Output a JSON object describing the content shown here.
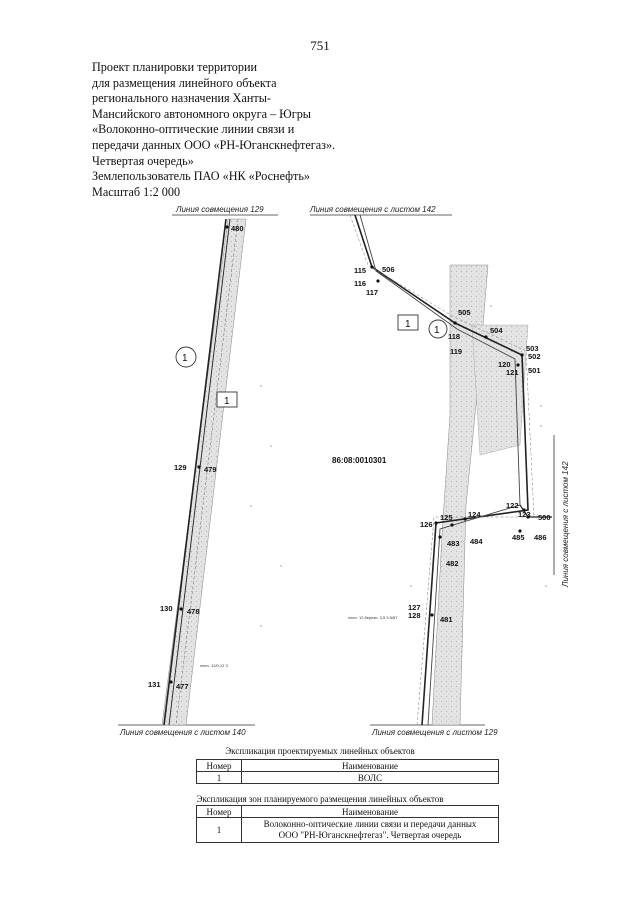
{
  "page_number": "751",
  "header": {
    "lines": [
      "Проект планировки территории",
      "для размещения линейного объекта",
      "регионального назначения Ханты-",
      "Мансийского автономного округа – Югры",
      "«Волоконно-оптические линии связи и",
      "передачи данных ООО «РН-Юганскнефтегаз».",
      "Четвертая очередь»",
      "Землепользователь ПАО «НК «Роснефть»",
      "Масштаб 1:2 000"
    ]
  },
  "map": {
    "match_lines": {
      "top_left": "Линия совмещения 129",
      "top_right": "Линия совмещения с листом 142",
      "right": "Линия совмещения с листом 142",
      "bottom_left": "Линия совмещения с листом 140",
      "bottom_right": "Линия совмещения с листом 129"
    },
    "cadastral": "86:08:0010301",
    "markers": {
      "zone": "1",
      "object": "1"
    },
    "points": [
      "480",
      "479",
      "129",
      "130",
      "478",
      "131",
      "477",
      "115",
      "506",
      "116",
      "117",
      "505",
      "118",
      "504",
      "119",
      "503",
      "502",
      "120",
      "121",
      "501",
      "122",
      "123",
      "500",
      "125",
      "124",
      "126",
      "483",
      "484",
      "485",
      "486",
      "482",
      "127",
      "128",
      "481"
    ],
    "small_notes": [
      "лесн. 12/0,12 3",
      "лесн. 12 березн. 3,5 3 8/87"
    ]
  },
  "table1": {
    "title": "Экспликация проектируемых линейных объектов",
    "headers": [
      "Номер",
      "Наименование"
    ],
    "rows": [
      [
        "1",
        "ВОЛС"
      ]
    ]
  },
  "table2": {
    "title": "Экспликация зон планируемого размещения линейных объектов",
    "headers": [
      "Номер",
      "Наименование"
    ],
    "rows": [
      [
        "1",
        "Волоконно-оптические линии связи и передачи данных",
        "ООО \"РН-Юганскнефтегаз\". Четвертая очередь"
      ]
    ]
  }
}
